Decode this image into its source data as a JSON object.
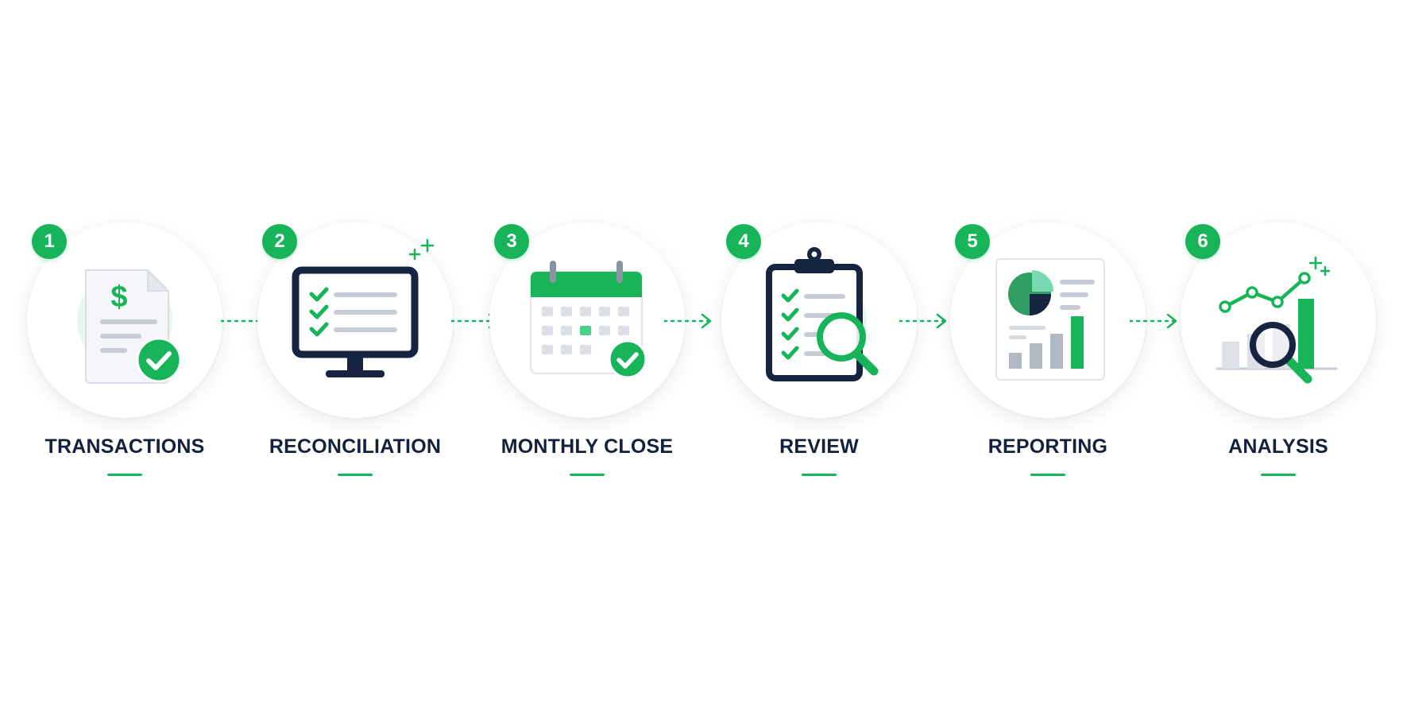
{
  "diagram": {
    "accent_color": "#17b45a",
    "text_color": "#14213d",
    "steps": [
      {
        "number": "1",
        "label": "TRANSACTIONS",
        "icon": "invoice-dollar-check-icon"
      },
      {
        "number": "2",
        "label": "RECONCILIATION",
        "icon": "monitor-checklist-icon"
      },
      {
        "number": "3",
        "label": "MONTHLY CLOSE",
        "icon": "calendar-check-icon"
      },
      {
        "number": "4",
        "label": "REVIEW",
        "icon": "clipboard-magnifier-icon"
      },
      {
        "number": "5",
        "label": "REPORTING",
        "icon": "report-charts-icon"
      },
      {
        "number": "6",
        "label": "ANALYSIS",
        "icon": "trend-chart-magnifier-icon"
      }
    ]
  },
  "icon_texts": {
    "dollar_sign": "$"
  }
}
